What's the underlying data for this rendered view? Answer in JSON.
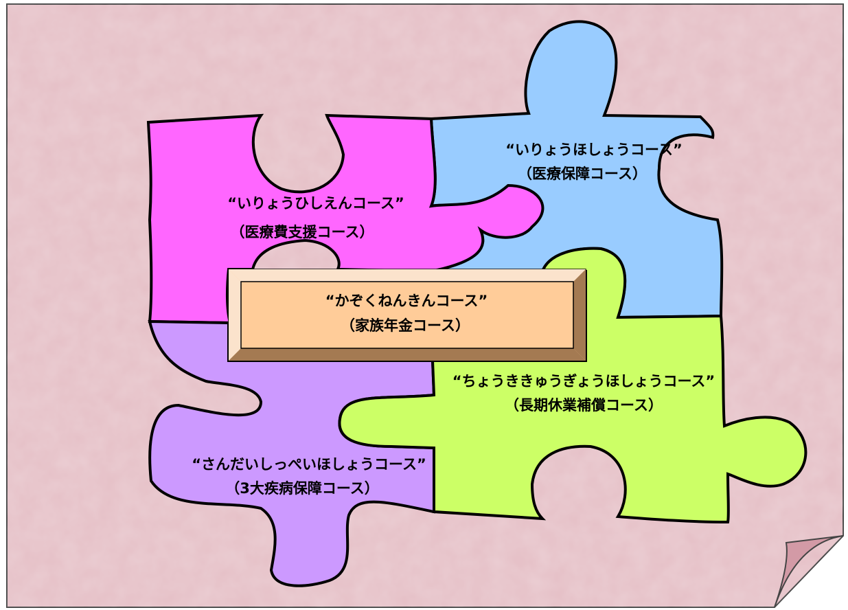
{
  "colors": {
    "page_fill": "#E5BFC6",
    "page_outline": "#444444",
    "curl_fill": "#D39AA6",
    "medical_support": "#FF66FF",
    "medical_security": "#99CCFF",
    "long_term_leave": "#CCFF66",
    "three_major_diseases": "#CC99FF",
    "family_pension": "#FFCC99",
    "family_pension_bevel_light": "#FBE3CC",
    "family_pension_bevel_dark": "#A47A52",
    "outline": "#000000"
  },
  "pieces": {
    "medical_support": {
      "title": "“いりょうひしえんコース”",
      "subtitle": "（医療費支援コース）"
    },
    "medical_security": {
      "title": "“いりょうほしょうコース”",
      "subtitle": "（医療保障コース）"
    },
    "long_term_leave": {
      "title": "“ちょうききゅうぎょうほしょうコース”",
      "subtitle": "（長期休業補償コース）"
    },
    "three_major_diseases": {
      "title": "“さんだいしっぺいほしょうコース”",
      "subtitle": "（3大疾病保障コース）"
    }
  },
  "center": {
    "title": "“かぞくねんきんコース”",
    "subtitle": "（家族年金コース）"
  }
}
